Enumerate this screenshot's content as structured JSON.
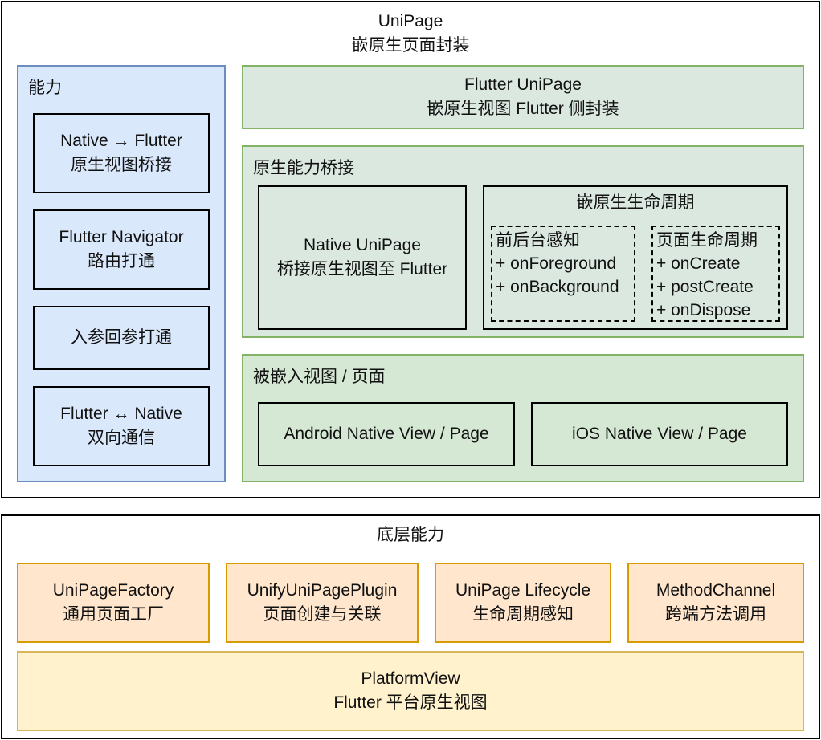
{
  "unipage": {
    "title": "UniPage",
    "subtitle": "嵌原生页面封装"
  },
  "capabilities": {
    "title": "能力",
    "items": [
      {
        "line1": "Native → Flutter",
        "line2": "原生视图桥接"
      },
      {
        "line1": "Flutter Navigator",
        "line2": "路由打通"
      },
      {
        "line1": "入参回参打通",
        "line2": ""
      },
      {
        "line1": "Flutter ↔ Native",
        "line2": "双向通信"
      }
    ]
  },
  "flutter_unipage": {
    "line1": "Flutter UniPage",
    "line2": "嵌原生视图 Flutter 侧封装"
  },
  "bridge": {
    "title": "原生能力桥接",
    "native_unipage": {
      "line1": "Native UniPage",
      "line2": "桥接原生视图至 Flutter"
    },
    "lifecycle": {
      "title": "嵌原生生命周期",
      "foreground": {
        "title": "前后台感知",
        "items": [
          "+ onForeground",
          "+ onBackground"
        ]
      },
      "page": {
        "title": "页面生命周期",
        "items": [
          "+ onCreate",
          "+ postCreate",
          "+ onDispose"
        ]
      }
    }
  },
  "embedded": {
    "title": "被嵌入视图 / 页面",
    "android": "Android Native View / Page",
    "ios": "iOS Native View / Page"
  },
  "base": {
    "title": "底层能力",
    "items": [
      {
        "line1": "UniPageFactory",
        "line2": "通用页面工厂"
      },
      {
        "line1": "UnifyUniPagePlugin",
        "line2": "页面创建与关联"
      },
      {
        "line1": "UniPage Lifecycle",
        "line2": "生命周期感知"
      },
      {
        "line1": "MethodChannel",
        "line2": "跨端方法调用"
      }
    ],
    "platform_view": {
      "line1": "PlatformView",
      "line2": "Flutter 平台原生视图"
    }
  },
  "colors": {
    "blue_fill": "#dae8fc",
    "blue_stroke": "#6c8ebf",
    "green_fill": "#d5e8d4",
    "green_stroke": "#82b366",
    "orange_fill": "#ffe6cc",
    "orange_stroke": "#d79b00",
    "yellow_fill": "#fff2cc",
    "yellow_stroke": "#d6b656"
  }
}
